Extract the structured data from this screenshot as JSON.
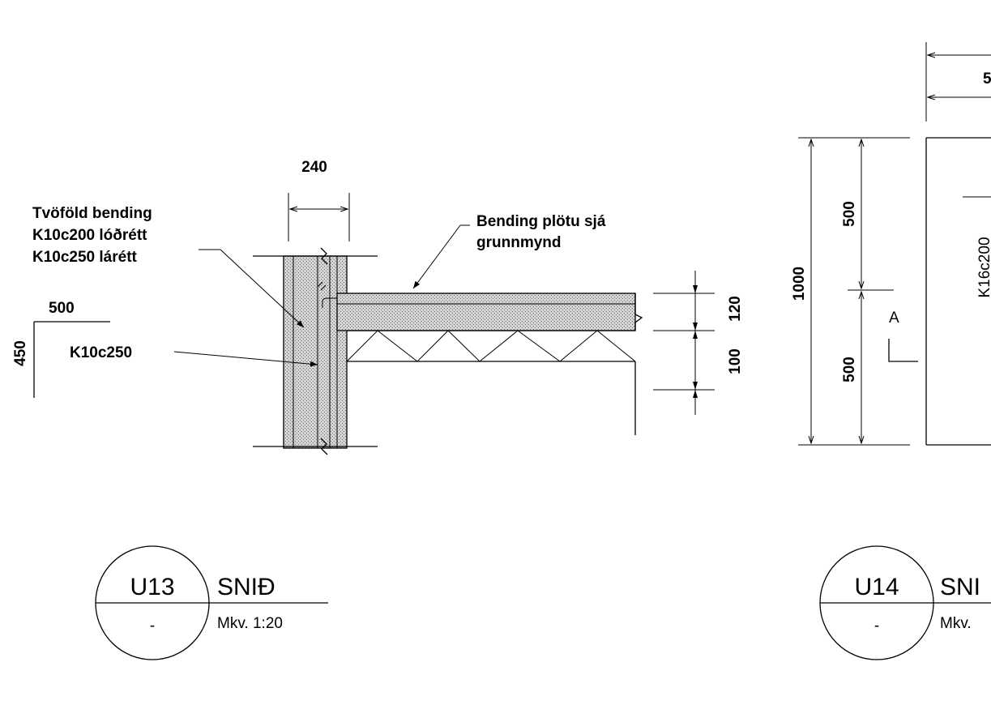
{
  "left_detail": {
    "dim_top": "240",
    "wall_note_lines": [
      "Tvöföld bending",
      "K10c200 lóðrétt",
      "K10c250 lárétt"
    ],
    "slab_note_lines": [
      "Bending plötu sjá",
      "grunnmynd"
    ],
    "bar_shape_horizontal": "500",
    "bar_shape_vertical": "450",
    "bar_label": "K10c250",
    "dim_slab": "120",
    "dim_insulation": "100"
  },
  "right_detail": {
    "dim_top_partial": "5",
    "dim_total": "1000",
    "dim_upper": "500",
    "dim_lower": "500",
    "section_marker": "A",
    "bar_label_partial": "K16c200"
  },
  "title_u13": {
    "id": "U13",
    "sub": "-",
    "title": "SNIÐ",
    "scale": "Mkv. 1:20"
  },
  "title_u14": {
    "id": "U14",
    "sub": "-",
    "title": "SNI",
    "scale": "Mkv."
  },
  "colors": {
    "line": "#000000",
    "hatch": "#9a9a9a",
    "background": "#ffffff"
  }
}
